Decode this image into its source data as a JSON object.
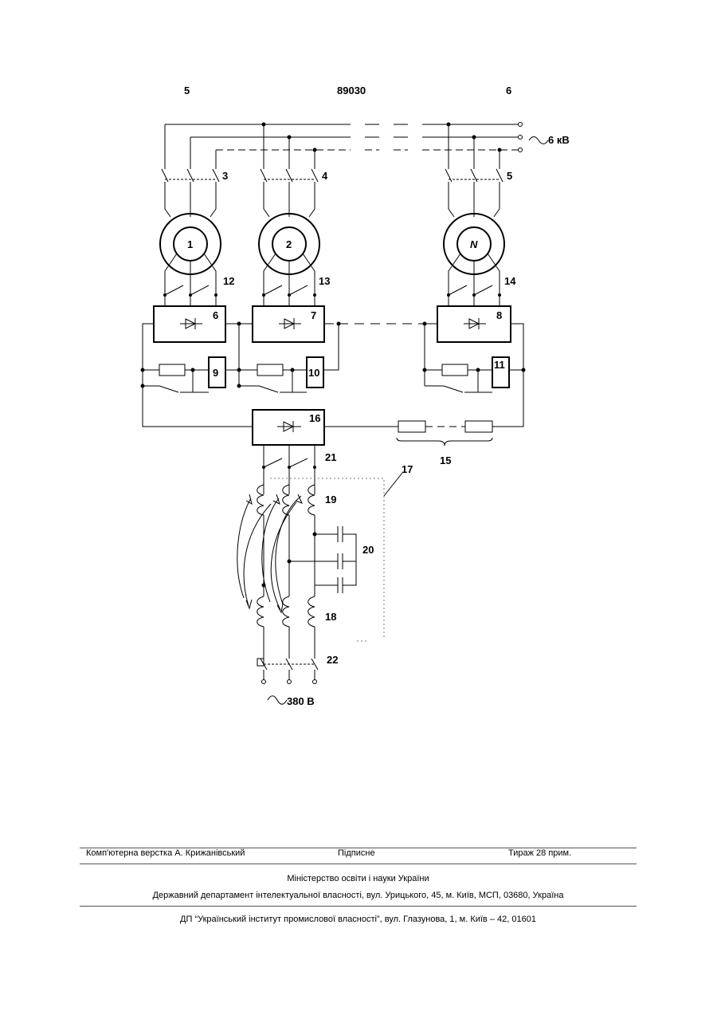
{
  "header": {
    "left": "5",
    "center": "89030",
    "right": "6"
  },
  "diagram": {
    "voltage_high": "6 кВ",
    "voltage_low": "380 В",
    "labels": {
      "sw3": "3",
      "sw4": "4",
      "sw5": "5",
      "motor1": "1",
      "motor2": "2",
      "motorN": "N",
      "sw12": "12",
      "sw13": "13",
      "sw14": "14",
      "rect6": "6",
      "rect7": "7",
      "rect8": "8",
      "unit9": "9",
      "unit10": "10",
      "unit11": "11",
      "rect16": "16",
      "group15": "15",
      "sw21": "21",
      "box17": "17",
      "coil19": "19",
      "cap20": "20",
      "coil18": "18",
      "sw22": "22"
    }
  },
  "footer": {
    "layout": "Комп'ютерна верстка А. Крижанівський",
    "signed": "Підписне",
    "circulation": "Тираж 28 прим.",
    "ministry": "Міністерство освіти і науки України",
    "department": "Державний департамент інтелектуальної власності, вул. Урицького, 45, м. Київ, МСП, 03680, Україна",
    "institute": "ДП “Український інститут промислової власності”, вул. Глазунова, 1, м. Київ – 42, 01601"
  }
}
